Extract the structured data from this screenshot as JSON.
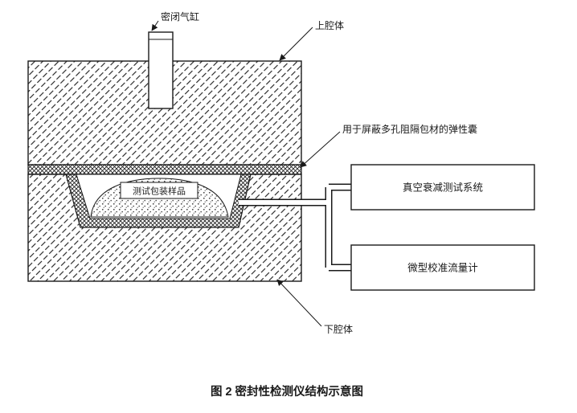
{
  "diagram": {
    "labels": {
      "cylinder": "密闭气缸",
      "upper_chamber": "上腔体",
      "bladder": "用于屏蔽多孔阻隔包材的弹性囊",
      "sample": "测试包装样品",
      "vacuum_system": "真空衰减测试系统",
      "flow_meter": "微型校准流量计",
      "lower_chamber": "下腔体"
    },
    "caption": "图 2  密封性检测仪结构示意图",
    "colors": {
      "line": "#1a1a1a",
      "background": "#ffffff"
    }
  }
}
